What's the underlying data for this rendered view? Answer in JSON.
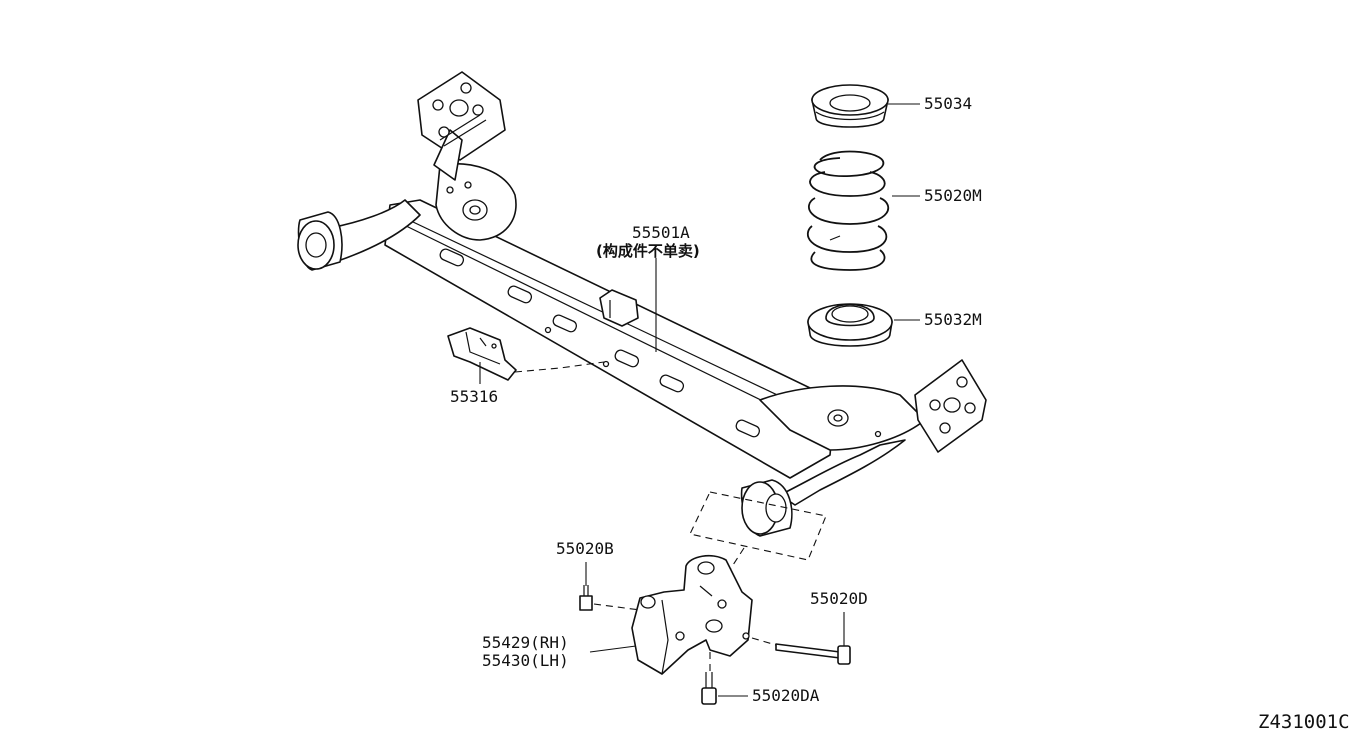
{
  "labels": {
    "part_55034": "55034",
    "part_55020M": "55020M",
    "part_55032M": "55032M",
    "part_55501A": "55501A",
    "part_55501A_note": "(构成件不单卖)",
    "part_55316": "55316",
    "part_55020B": "55020B",
    "part_55020D": "55020D",
    "part_55429": "55429(RH)",
    "part_55430": "55430(LH)",
    "part_55020DA": "55020DA"
  },
  "diagram_ref": "Z431001C"
}
